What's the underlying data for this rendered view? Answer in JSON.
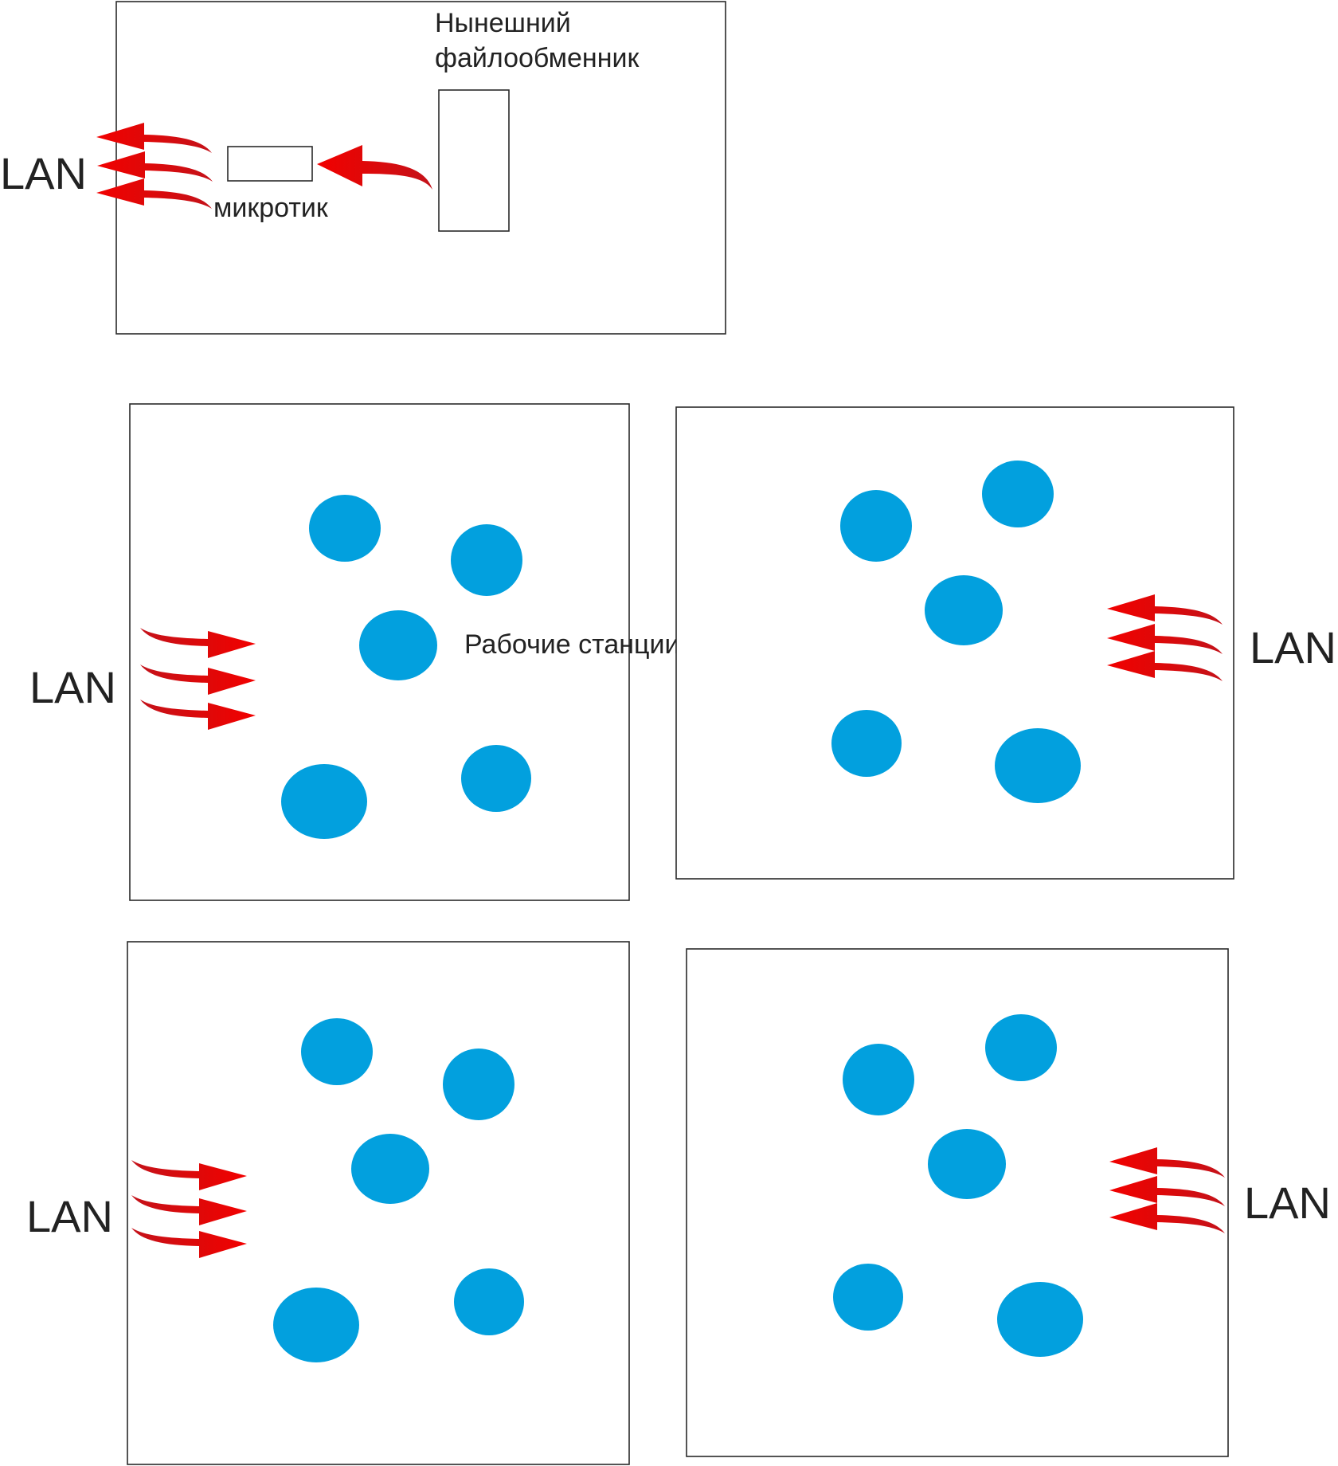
{
  "colors": {
    "workstation": "#02A0DE",
    "arrow_head": "#F20000",
    "arrow_tail": "#C4121A",
    "outline": "#2a2a2a",
    "text": "#222222"
  },
  "server_room": {
    "fileserver_label_line1": "Нынешний",
    "fileserver_label_line2": "файлообменник",
    "router_label": "микротик",
    "lan_label": "LAN"
  },
  "rooms": [
    {
      "id": "room-middle-left",
      "lan_label": "LAN",
      "workstations_label": "Рабочие станции",
      "workstation_count": 5,
      "lan_direction": "in-from-left"
    },
    {
      "id": "room-middle-right",
      "lan_label": "LAN",
      "workstation_count": 5,
      "lan_direction": "in-from-right"
    },
    {
      "id": "room-bottom-left",
      "lan_label": "LAN",
      "workstation_count": 5,
      "lan_direction": "in-from-left"
    },
    {
      "id": "room-bottom-right",
      "lan_label": "LAN",
      "workstation_count": 5,
      "lan_direction": "in-from-right"
    }
  ]
}
